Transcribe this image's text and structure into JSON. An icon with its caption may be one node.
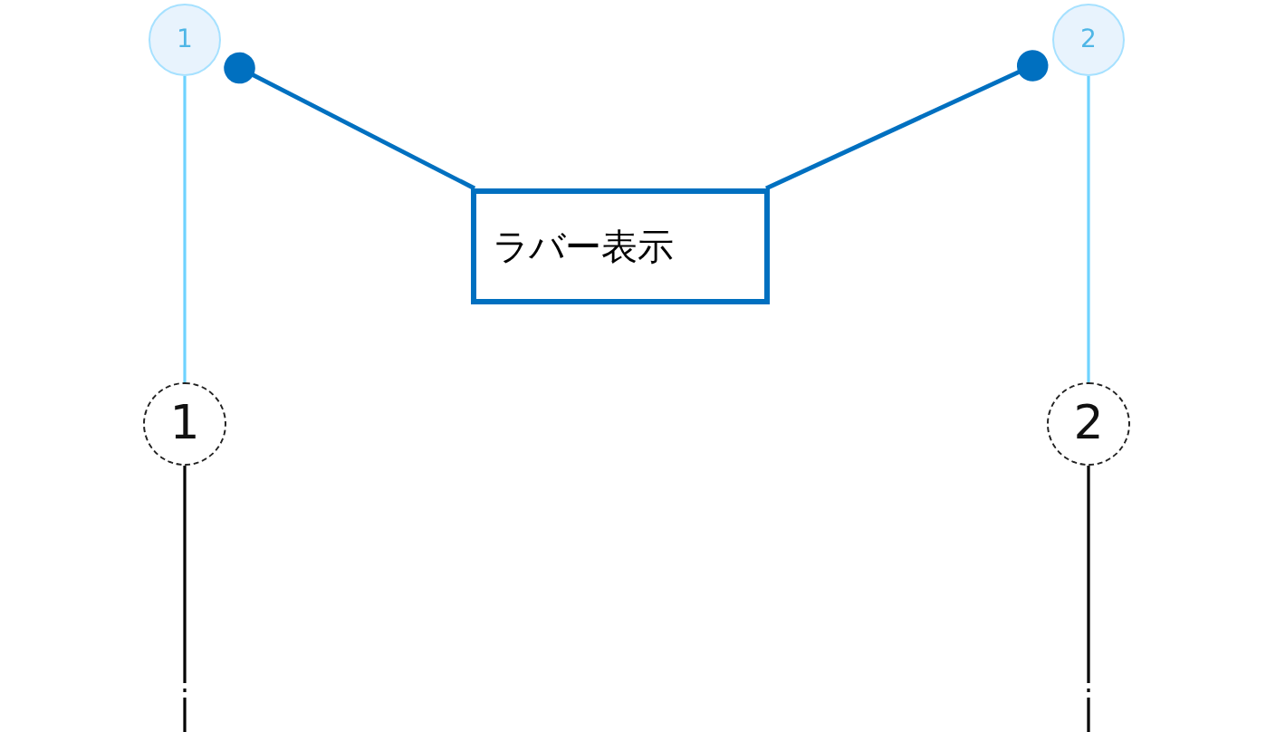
{
  "diagram": {
    "nodes": [
      {
        "text": [
          "ラバー表示"
        ]
      },
      {
        "text": [
          "1"
        ]
      },
      {
        "text": [
          "2"
        ]
      },
      {
        "text": [
          "1"
        ]
      },
      {
        "text": [
          "2"
        ]
      }
    ],
    "edges": [
      {
        "from": 0,
        "to": 1,
        "arrow": "other",
        "color": "#0070c0"
      },
      {
        "from": 0,
        "to": 2,
        "arrow": "other",
        "color": "#0070c0"
      },
      {
        "from": 1,
        "to": 3,
        "arrow": "none",
        "color": "#6fd3ff"
      },
      {
        "from": 2,
        "to": 4,
        "arrow": "none",
        "color": "#6fd3ff"
      },
      {
        "from": 3,
        "to": null,
        "arrow": "none",
        "color": "#000000",
        "style": "dashed"
      },
      {
        "from": 4,
        "to": null,
        "arrow": "none",
        "color": "#000000",
        "style": "dashed"
      }
    ]
  }
}
